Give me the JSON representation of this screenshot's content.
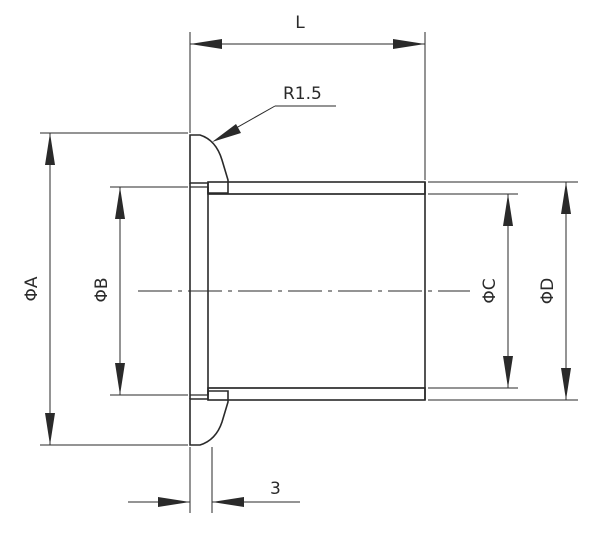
{
  "labels": {
    "length": "L",
    "radius": "R1.5",
    "dia_a": "ΦA",
    "dia_b": "ΦB",
    "dia_c": "ΦC",
    "dia_d": "ΦD",
    "thickness": "3"
  },
  "colors": {
    "line": "#2a2a2a",
    "background": "#ffffff"
  }
}
